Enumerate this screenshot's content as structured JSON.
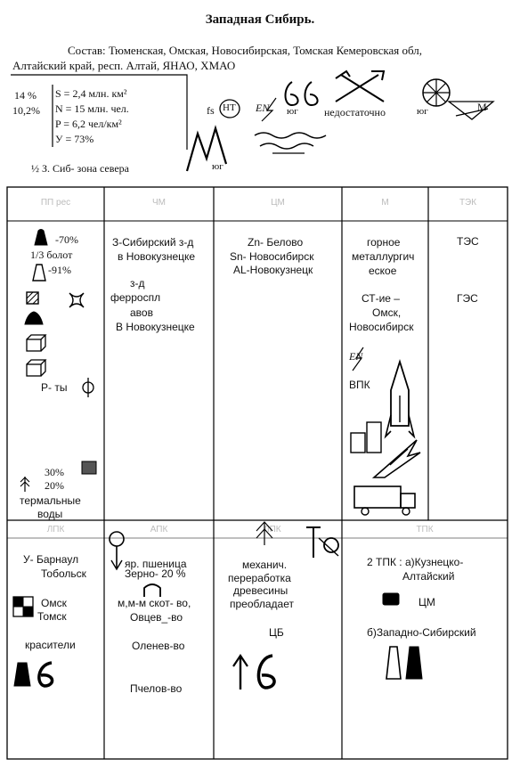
{
  "title": "Западная Сибирь.",
  "composition": {
    "line1": "Состав: Тюменская, Омская, Новосибирская, Томская Кемеровская обл,",
    "line2": "Алтайский край, респ. Алтай, ЯНАО, ХМАО"
  },
  "stats": {
    "pct_area": "14 %",
    "area": "S = 2,4 млн. км²",
    "pct_pop": "10,2%",
    "population": "N = 15 млн. чел.",
    "density": "P = 6,2 чел/км²",
    "urban": "У = 73%"
  },
  "features": {
    "fs_label": "fs",
    "nt_label": "НТ",
    "en_label": "EN",
    "south_1": "юг",
    "insufficient": "недостаточно",
    "south_2": "юг",
    "m_label": "М",
    "south_3": "юг",
    "zone_note": "½ З. Сиб- зона севера"
  },
  "grid": {
    "headers_top": [
      "ПП рес",
      "ЧМ",
      "ЦМ",
      "М",
      "ТЭК"
    ],
    "headers_bottom": [
      "ЛПК",
      "АПК",
      "ЛПК",
      "ТПК"
    ],
    "col1": {
      "oil": "-70%",
      "swamps": "1/3 болот",
      "gas": "-91%",
      "rivers": "Р- ты",
      "forest_pct": "30%",
      "pct_20": "20%",
      "thermal_1": "термальные",
      "thermal_2": "воды"
    },
    "col2": {
      "plant_1": "З-Сибирский з-д",
      "plant_2": "в Новокузнецке",
      "ferro_1": "з-д",
      "ferro_2": "ферроспл",
      "ferro_3": "авов",
      "ferro_4": "В Новокузнецке"
    },
    "col3": {
      "zn": "Zn- Белово",
      "sn": "Sn- Новосибирск",
      "al": "AL-Новокузнецк"
    },
    "col4": {
      "mining_1": "горное",
      "mining_2": "металлургич",
      "mining_3": "еское",
      "machine_1": "СТ-ие –",
      "machine_2": "Омск,",
      "machine_3": "Новосибирск",
      "en": "EN",
      "vpk": "ВПК"
    },
    "col5": {
      "tes": "ТЭС",
      "ges": "ГЭС"
    },
    "lpk": {
      "line1": "У- Барнаул",
      "line2": "Тобольск",
      "omsk": "Омск",
      "tomsk": "Томск",
      "dyes": "красители"
    },
    "apk": {
      "wheat": "яр. пшеница",
      "grain": "Зерно- 20 %",
      "meat": "м,м-м скот- во,",
      "sheep": "Овцев_-во",
      "deer": "Оленев-во",
      "bees": "Пчелов-во"
    },
    "timber": {
      "line1": "механич.",
      "line2": "переработка",
      "line3": "древесины",
      "line4": "преобладает",
      "cb": "ЦБ"
    },
    "tpk": {
      "line1": "2 ТПК : а)Кузнецко-",
      "line2": "Алтайский",
      "cm": "ЦМ",
      "line3": "б)Западно-Сибирский"
    }
  }
}
